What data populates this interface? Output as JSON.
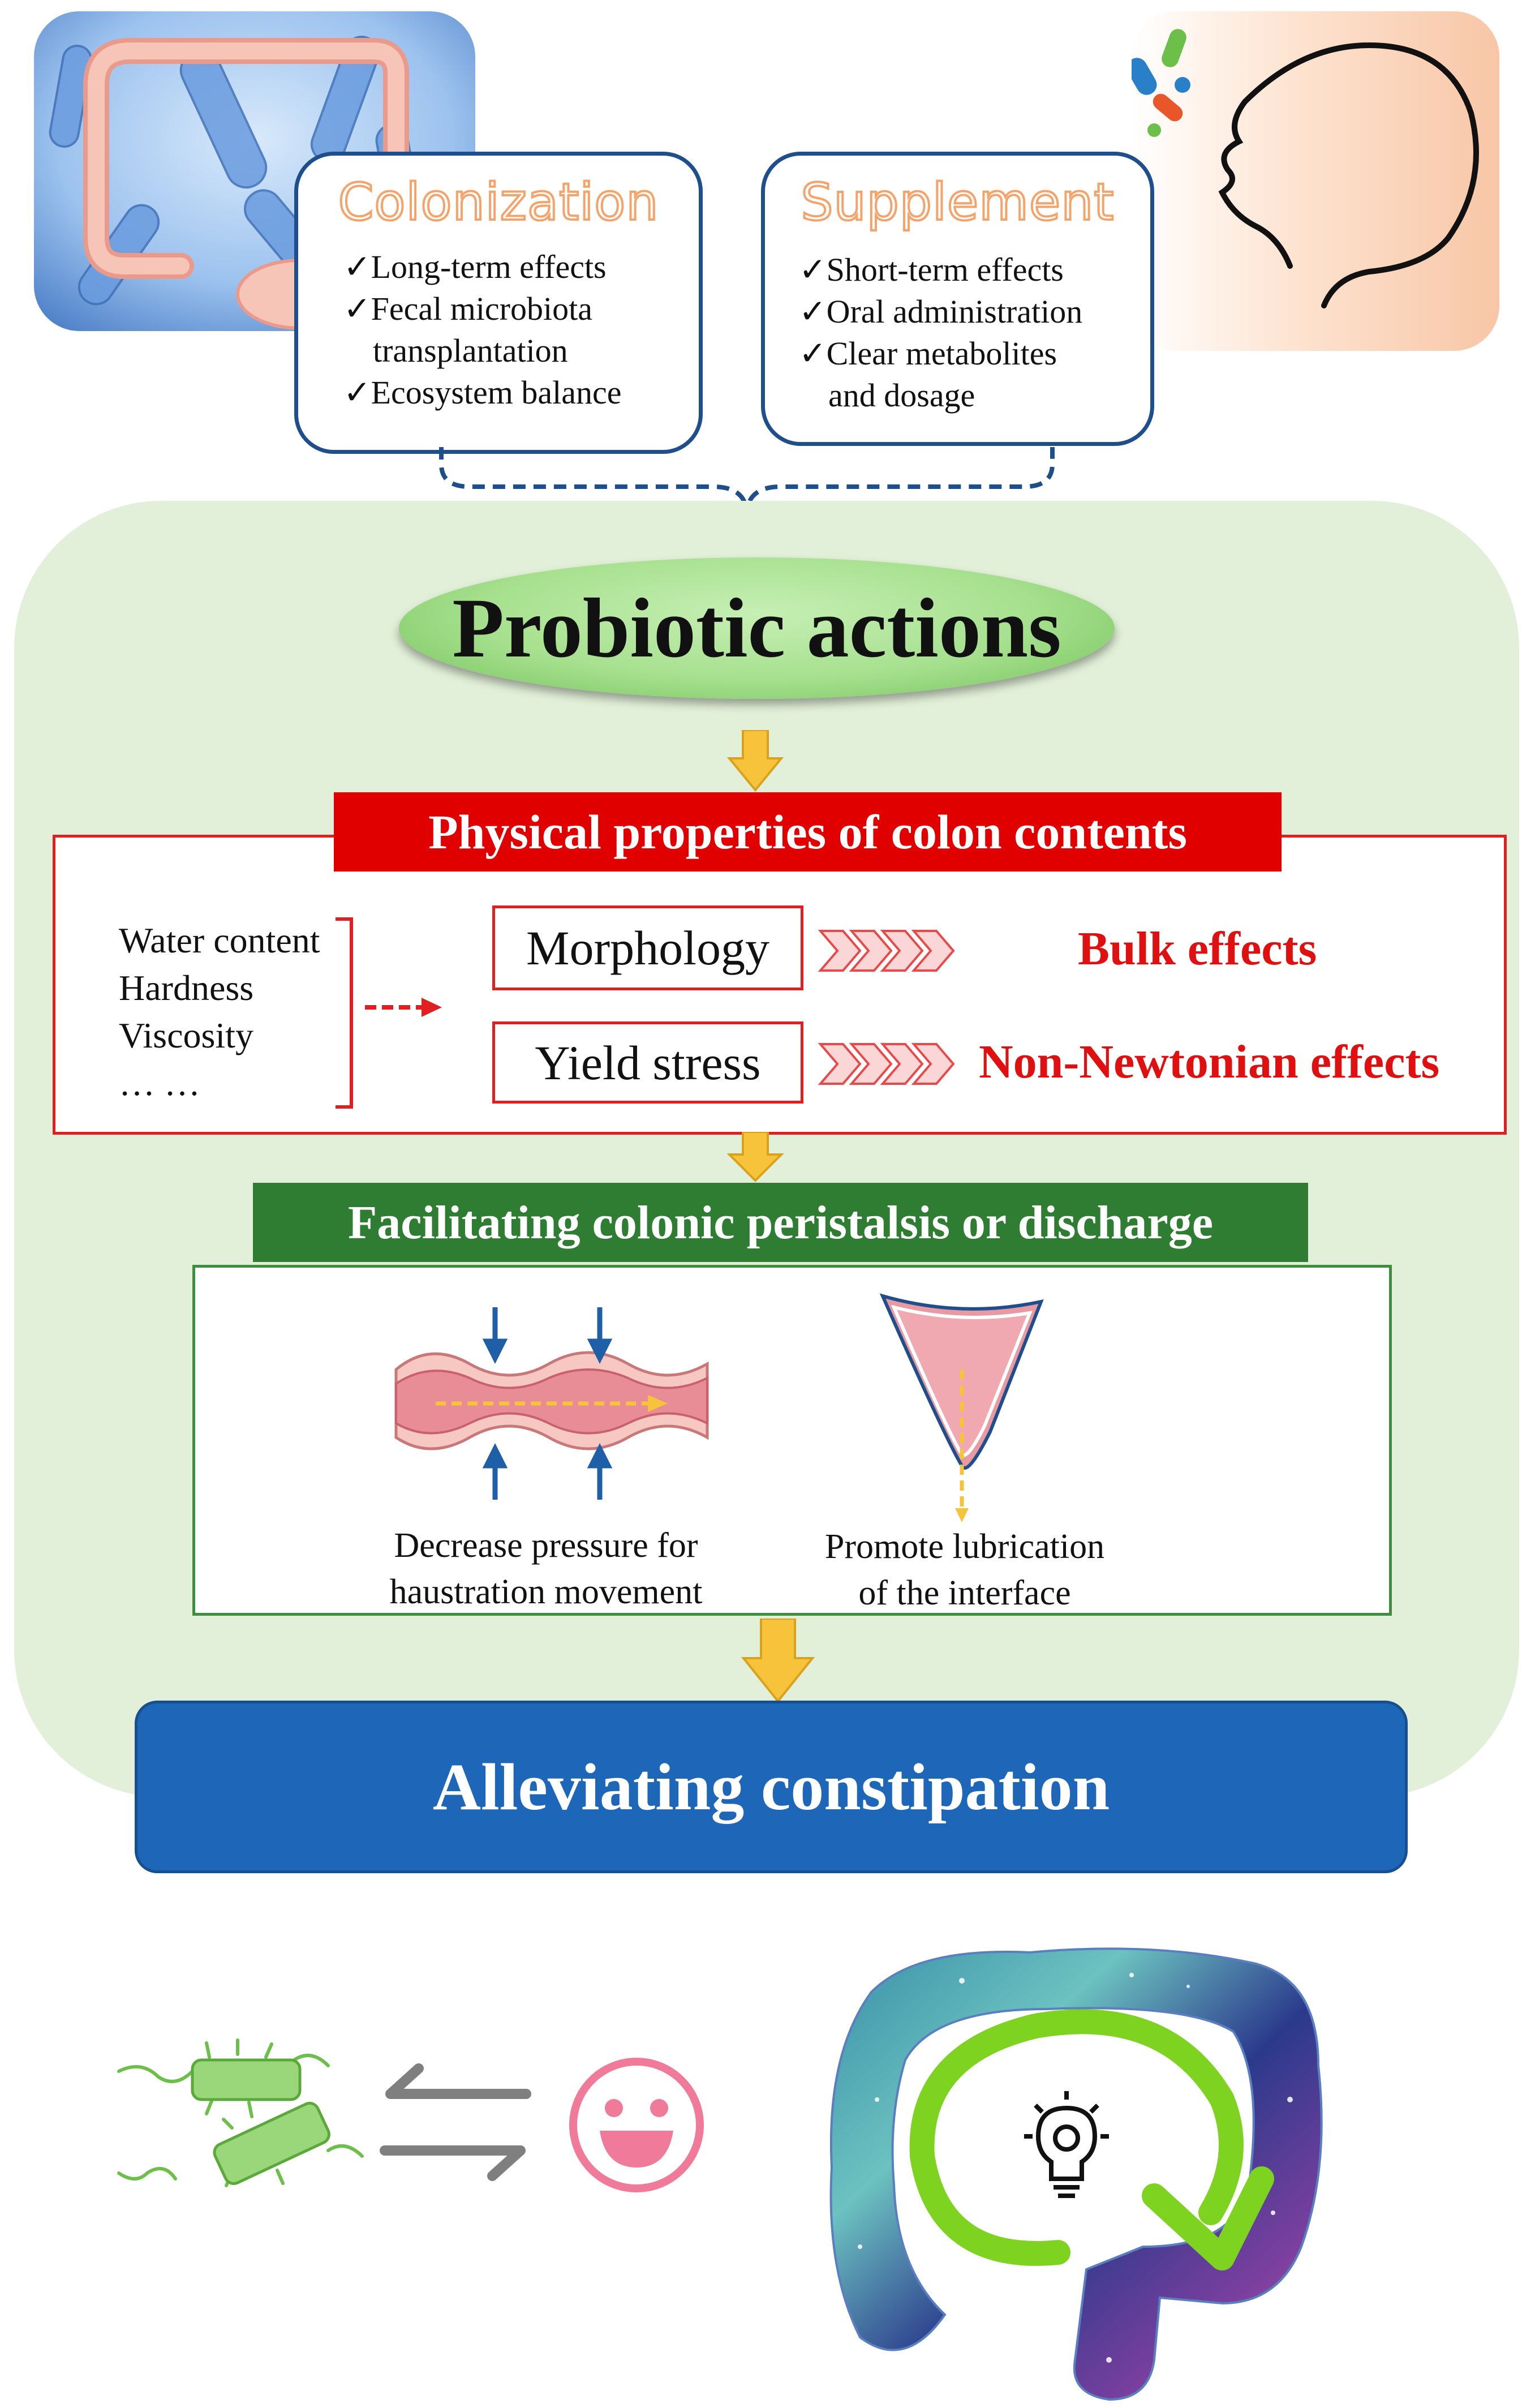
{
  "colonization": {
    "title": "Colonization",
    "items": [
      "✓Long-term effects",
      "✓Fecal microbiota",
      "transplantation",
      "✓Ecosystem balance"
    ]
  },
  "supplement": {
    "title": "Supplement",
    "items": [
      "✓Short-term effects",
      "✓Oral administration",
      "✓Clear metabolites",
      "and dosage"
    ]
  },
  "center": {
    "title": "Probiotic actions"
  },
  "physical": {
    "banner": "Physical properties of colon contents",
    "factors": [
      "Water content",
      "Hardness",
      "Viscosity",
      "… …"
    ],
    "rows": [
      {
        "property": "Morphology",
        "effect": "Bulk effects"
      },
      {
        "property": "Yield stress",
        "effect": "Non-Newtonian effects"
      }
    ]
  },
  "facilitating": {
    "banner": "Facilitating colonic peristalsis or discharge",
    "left_caption": [
      "Decrease pressure for",
      "haustration movement"
    ],
    "right_caption": [
      "Promote lubrication",
      "of the interface"
    ]
  },
  "result": {
    "title": "Alleviating constipation"
  },
  "colors": {
    "green_bg": "#e2f0d9",
    "red": "#e01010",
    "dark_green": "#2e7d32",
    "blue": "#1e66b8",
    "orange_arrow": "#f7c33a"
  }
}
